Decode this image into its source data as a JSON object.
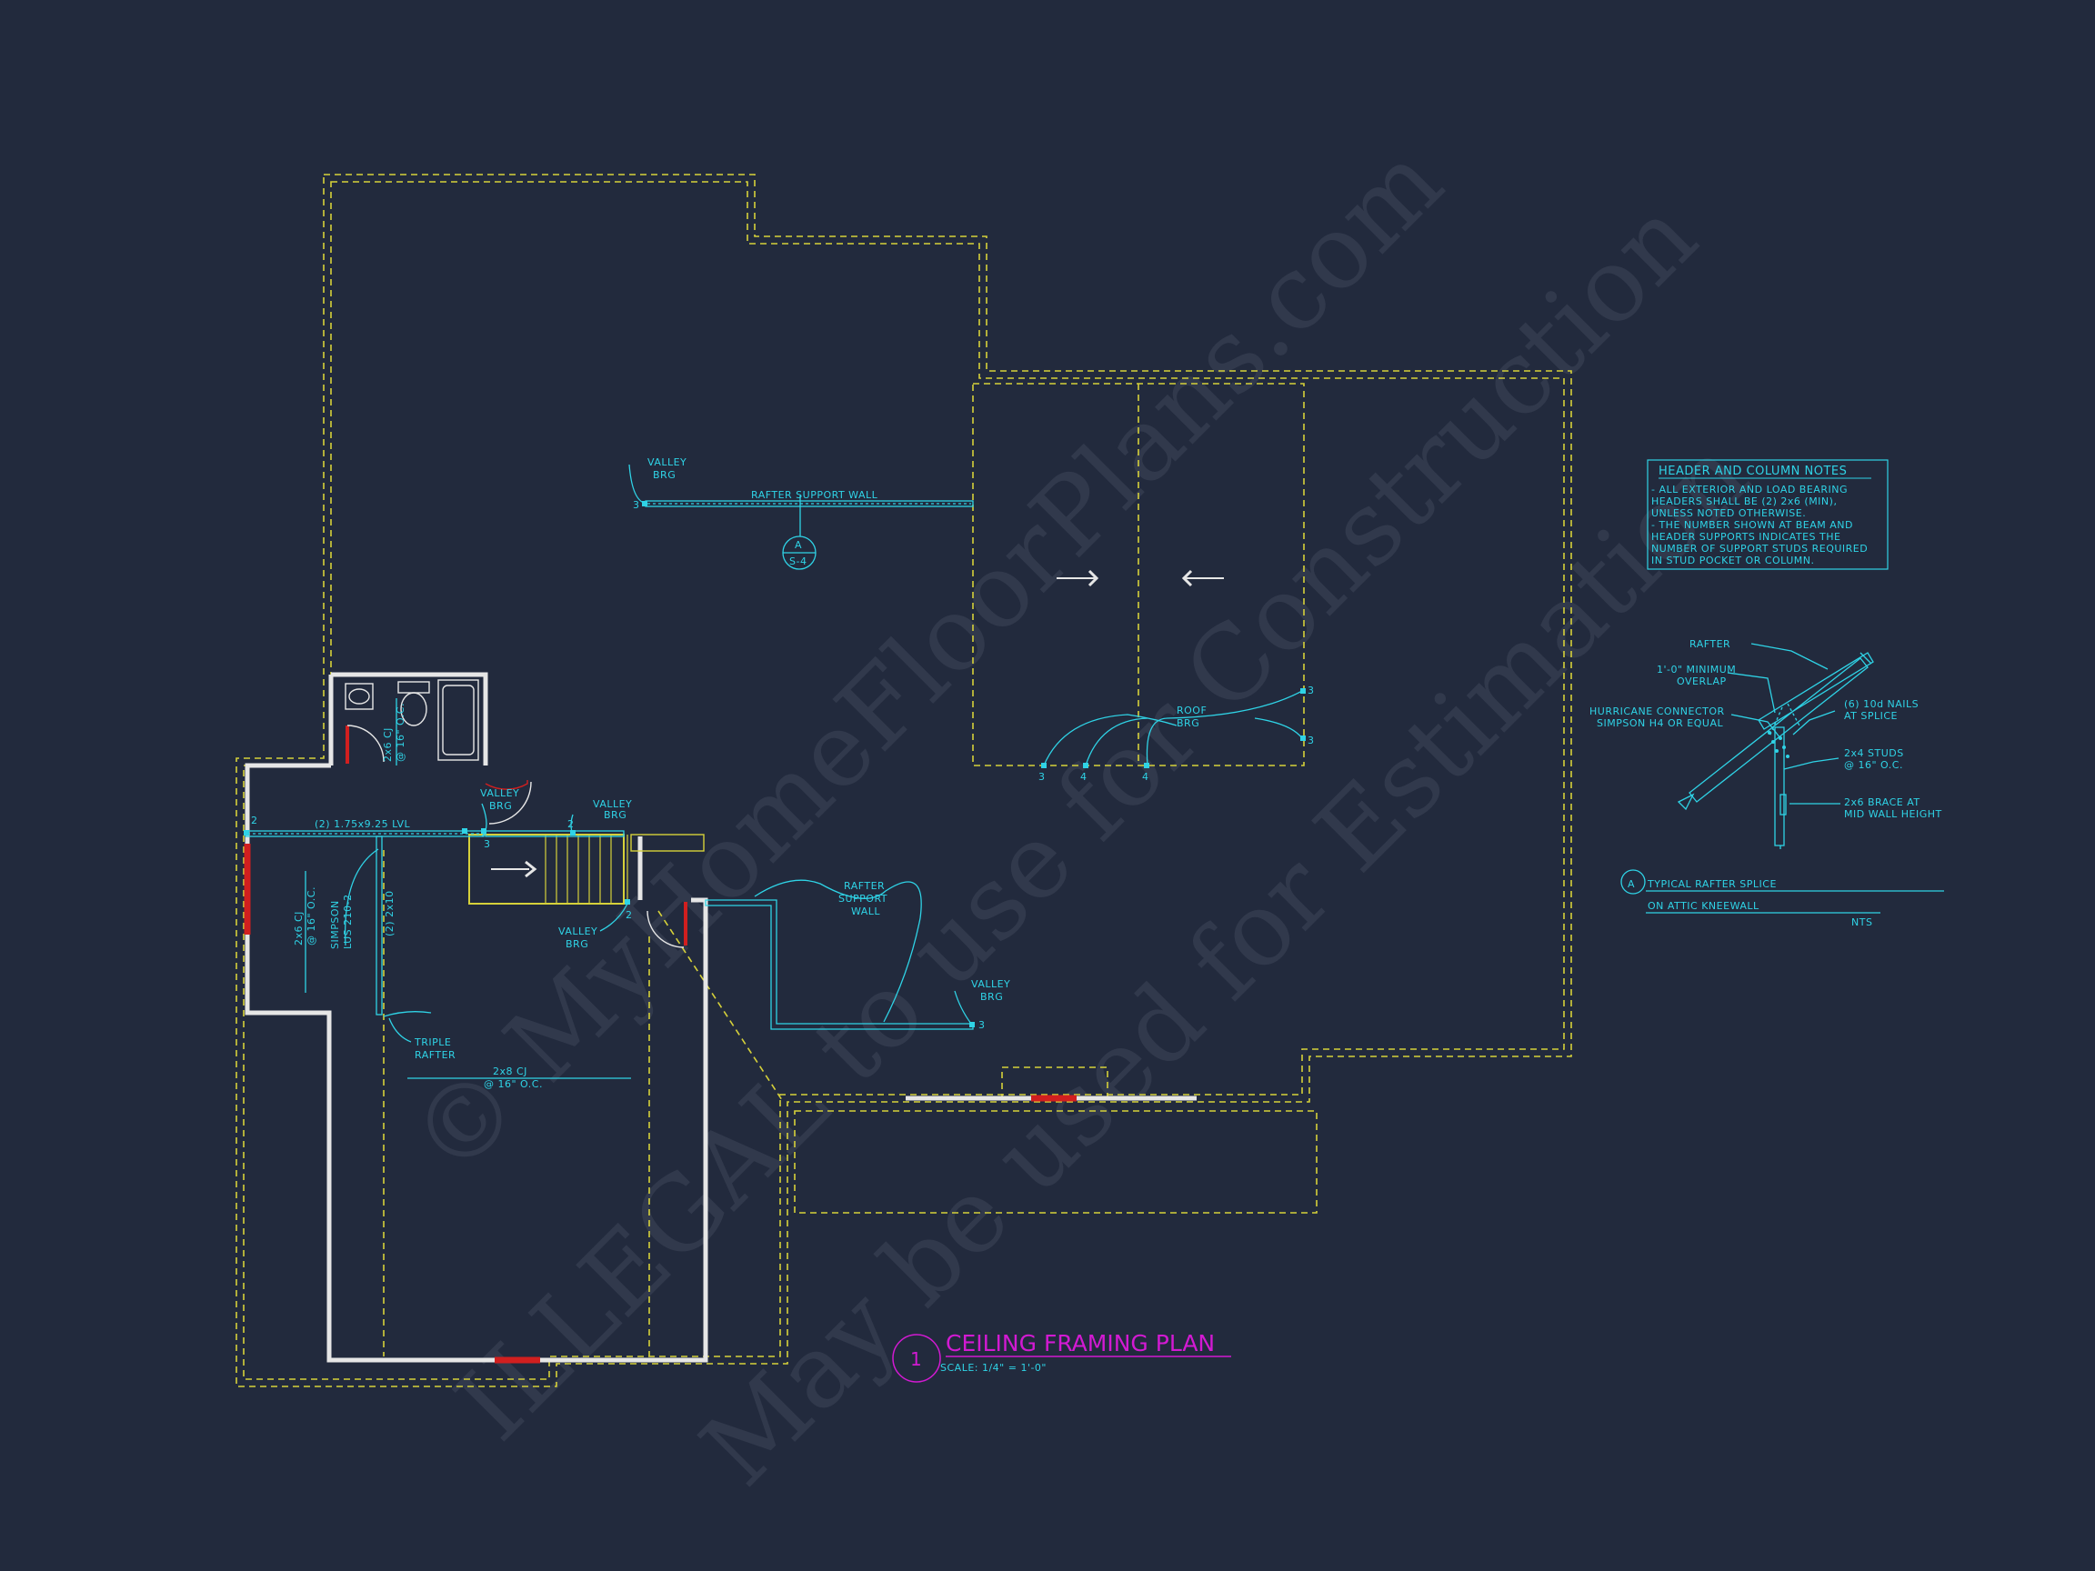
{
  "plan": {
    "title": "CEILING FRAMING PLAN",
    "number": "1",
    "scale": "SCALE: 1/4\" = 1'-0\""
  },
  "labels": {
    "valley_brg_1a": "VALLEY",
    "valley_brg_1b": "BRG",
    "valley_brg_1n": "3",
    "rafter_support_wall_1": "RAFTER SUPPORT WALL",
    "section_letter": "A",
    "section_sheet": "S-4",
    "roof_brg_a": "ROOF",
    "roof_brg_b": "BRG",
    "rb_n1": "3",
    "rb_n2": "4",
    "rb_n3": "4",
    "rb_n4": "3",
    "rb_n5": "3",
    "lvl_num": "2",
    "lvl": "(2) 1.75x9.25 LVL",
    "valley_brg_2a": "VALLEY",
    "valley_brg_2b": "BRG",
    "valley_brg_2n": "3",
    "valley_brg_3a": "VALLEY",
    "valley_brg_3b": "BRG",
    "valley_brg_3n": "2",
    "bath_cj_a": "2x6 CJ",
    "bath_cj_b": "@ 16\" O.C.",
    "left_cj_a": "2x6 CJ",
    "left_cj_b": "@ 16\" O.C.",
    "simpson_a": "SIMPSON",
    "simpson_b": "LUS 210-2",
    "beam_2x10": "(2) 2x10",
    "triple_a": "TRIPLE",
    "triple_b": "RAFTER",
    "cj_2x8_a": "2x8 CJ",
    "cj_2x8_b": "@ 16\" O.C.",
    "valley_brg_4a": "VALLEY",
    "valley_brg_4b": "BRG",
    "valley_brg_4n": "2",
    "rsw2_a": "RAFTER",
    "rsw2_b": "SUPPORT",
    "rsw2_c": "WALL",
    "valley_brg_5a": "VALLEY",
    "valley_brg_5b": "BRG",
    "valley_brg_5n": "3"
  },
  "notes": {
    "title": "HEADER AND COLUMN NOTES",
    "lines": [
      "- ALL EXTERIOR AND LOAD BEARING",
      "HEADERS SHALL BE (2) 2x6 (MIN),",
      "UNLESS NOTED OTHERWISE.",
      "- THE NUMBER SHOWN AT BEAM AND",
      "HEADER SUPPORTS INDICATES THE",
      "NUMBER OF SUPPORT STUDS REQUIRED",
      "IN STUD POCKET OR COLUMN."
    ]
  },
  "detail": {
    "letter": "A",
    "title_line1": "TYPICAL RAFTER SPLICE",
    "title_line2": "ON ATTIC KNEEWALL",
    "scale": "NTS",
    "labels": {
      "rafter": "RAFTER",
      "overlap_a": "1'-0\" MINIMUM",
      "overlap_b": "OVERLAP",
      "hurricane_a": "HURRICANE CONNECTOR",
      "hurricane_b": "SIMPSON H4 OR EQUAL",
      "nails_a": "(6) 10d NAILS",
      "nails_b": "AT SPLICE",
      "studs_a": "2x4 STUDS",
      "studs_b": "@ 16\" O.C.",
      "brace_a": "2x6 BRACE AT",
      "brace_b": "MID WALL HEIGHT"
    }
  },
  "watermark": {
    "line1": "© MyHomeFloorPlans.com",
    "line2": "ILLEGAL to use for Construction",
    "line3": "May be used for Estimation"
  },
  "colors": {
    "background": "#222a3d",
    "cyan": "#2fd3e6",
    "yellow_dashed": "#d6d13a",
    "wall": "#e6e6e6",
    "opening_red": "#d11f1f",
    "title_magenta": "#d21ad2"
  }
}
